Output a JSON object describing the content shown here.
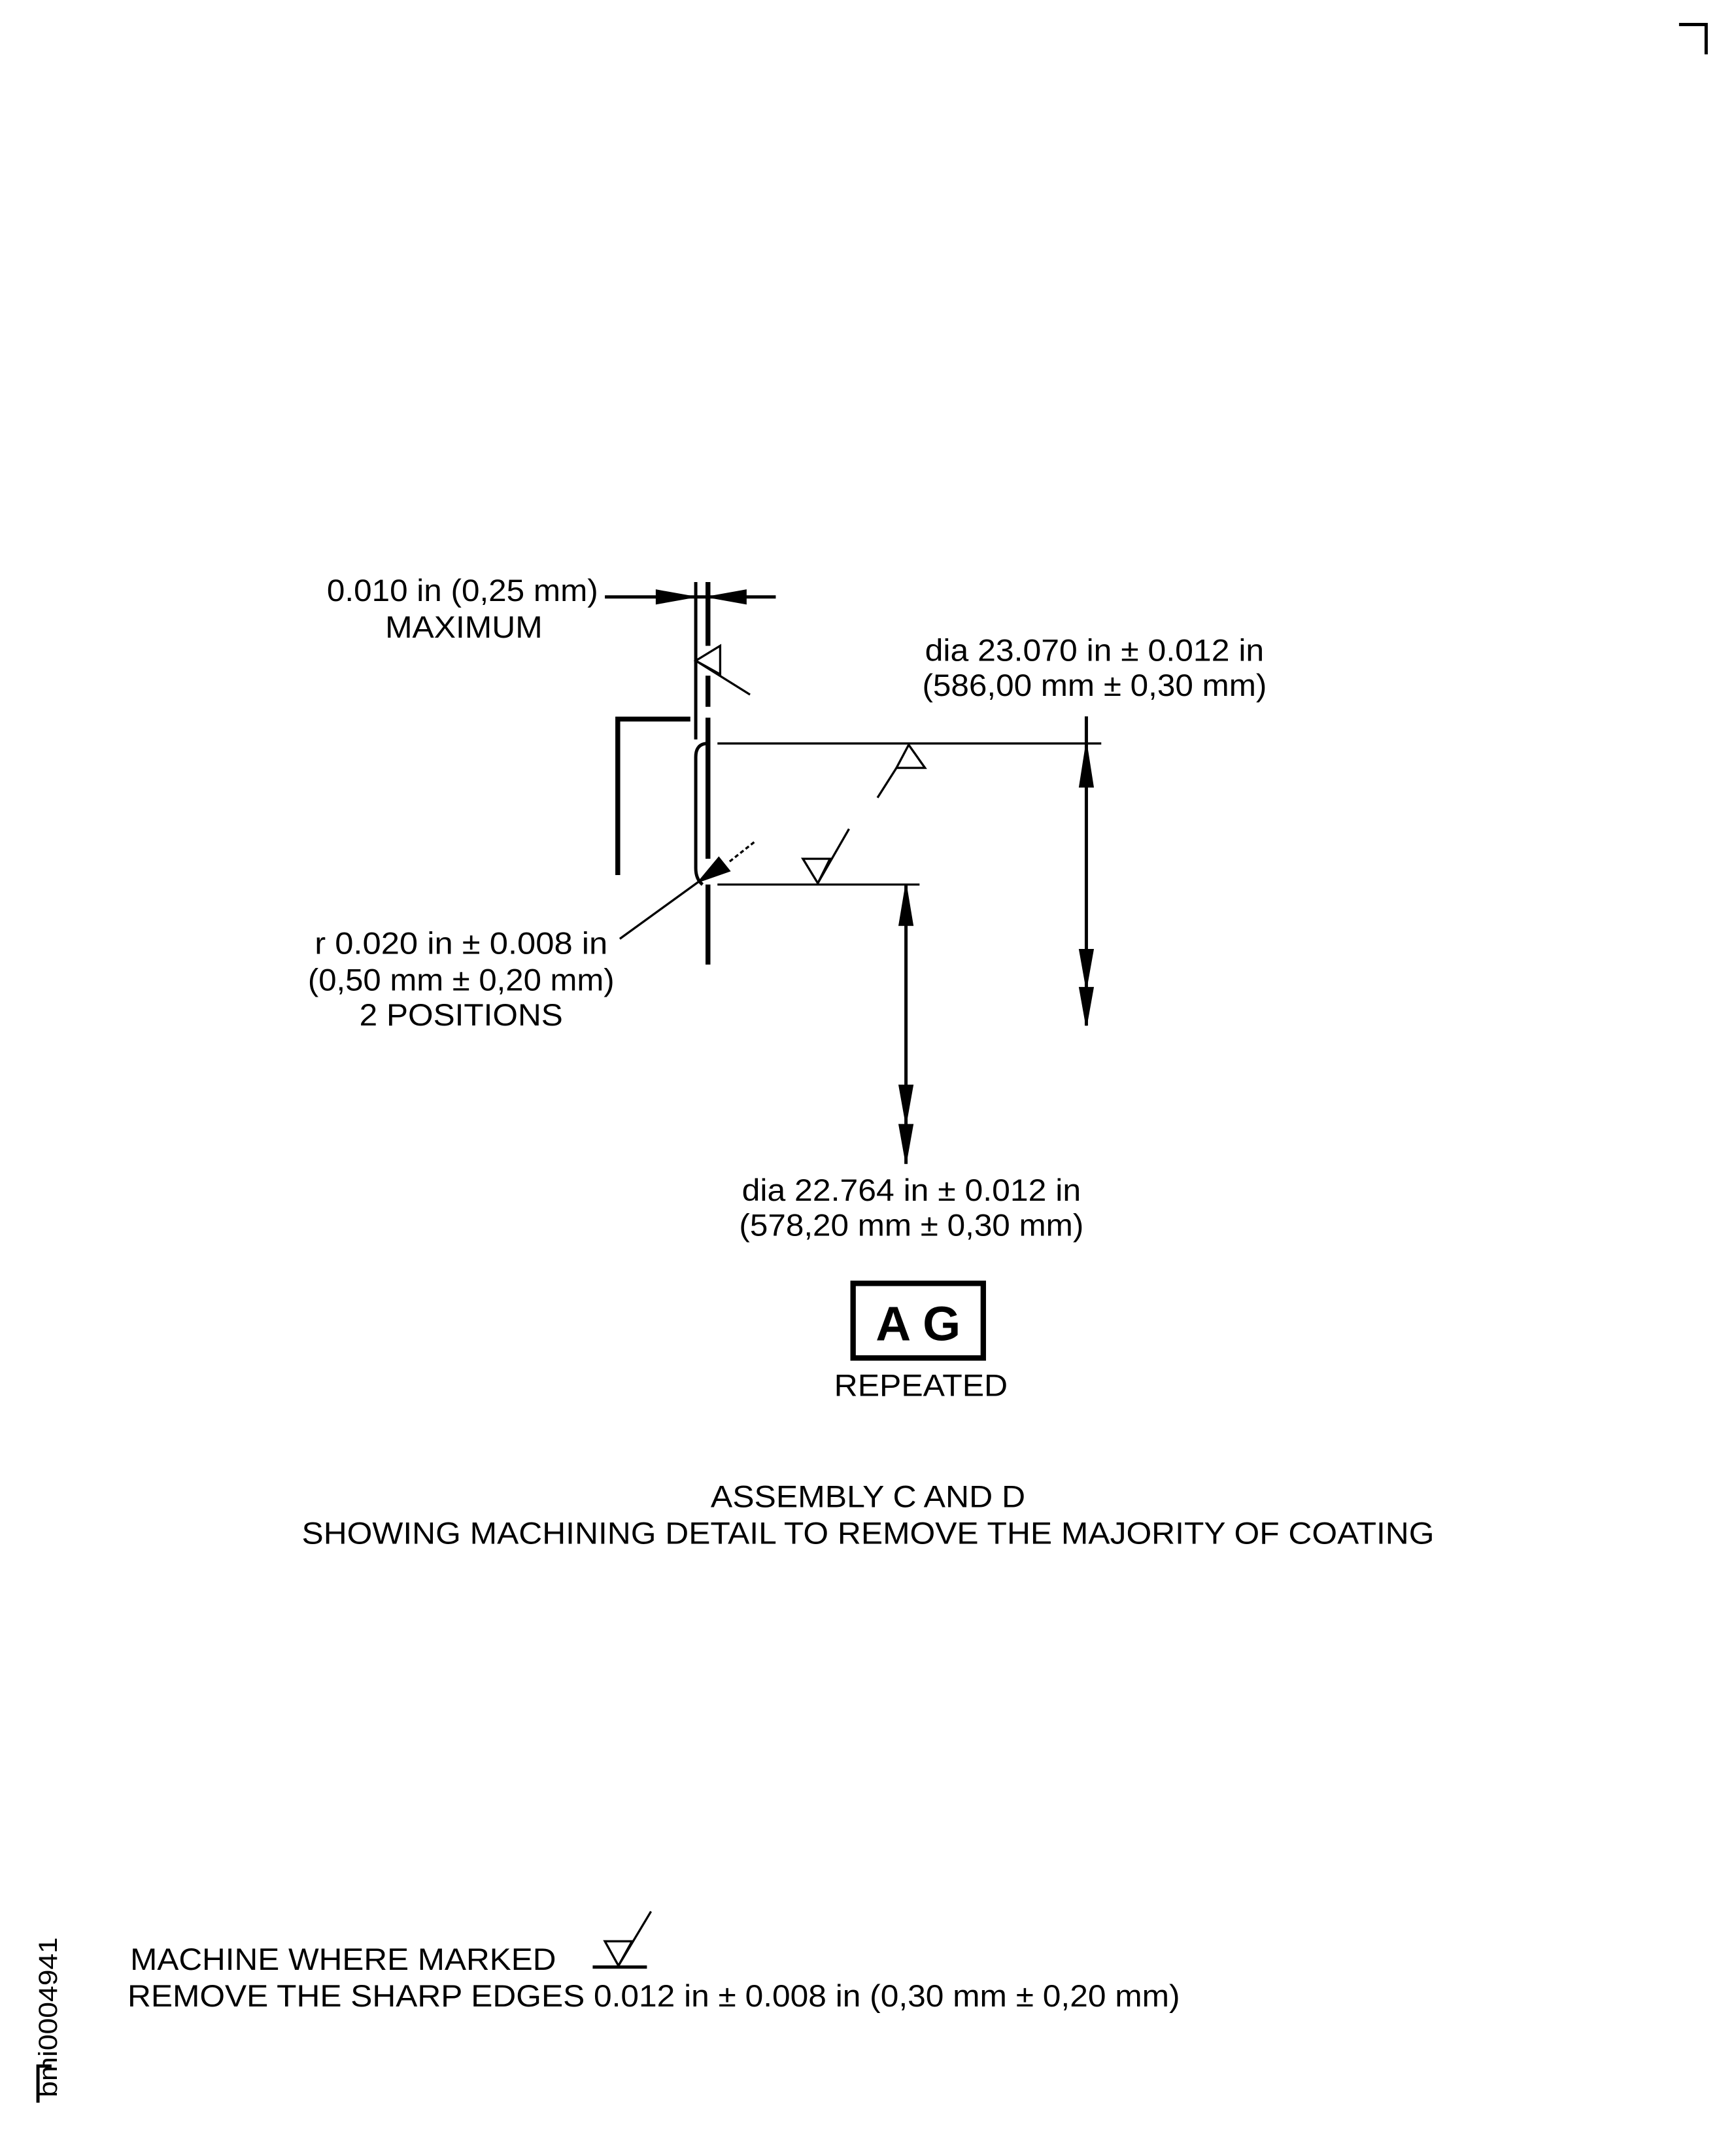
{
  "drawing": {
    "gap_dimension": {
      "value": "0.010 in (0,25 mm)",
      "qualifier": "MAXIMUM"
    },
    "outer_diameter": {
      "line1": "dia 23.070 in ± 0.012 in",
      "line2": "(586,00 mm ± 0,30 mm)"
    },
    "radius": {
      "line1": "r 0.020 in ± 0.008 in",
      "line2": "(0,50 mm ± 0,20 mm)",
      "line3": "2 POSITIONS"
    },
    "inner_diameter": {
      "line1": "dia 22.764 in ± 0.012 in",
      "line2": "(578,20 mm ± 0,30 mm)"
    },
    "reference_box": {
      "label": "A G",
      "caption": "REPEATED"
    }
  },
  "caption": {
    "line1": "ASSEMBLY C AND D",
    "line2": "SHOWING MACHINING DETAIL TO REMOVE THE MAJORITY OF COATING"
  },
  "notes": {
    "machine": "MACHINE WHERE MARKED",
    "sharp_edges": "REMOVE THE SHARP EDGES 0.012 in ± 0.008 in (0,30 mm ± 0,20 mm)"
  },
  "figure_id": "bmi0004941",
  "icons": {
    "machining": "machining-symbol-icon"
  }
}
